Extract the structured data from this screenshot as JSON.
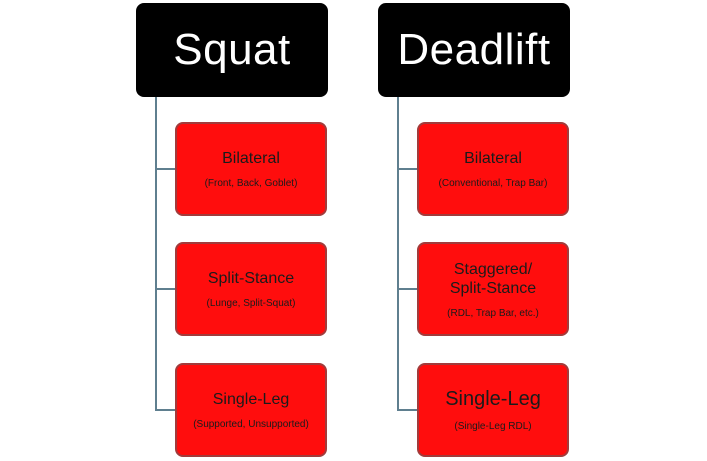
{
  "columns": [
    {
      "header": "Squat",
      "items": [
        {
          "title": "Bilateral",
          "subtitle": "(Front, Back, Goblet)"
        },
        {
          "title": "Split-Stance",
          "subtitle": "(Lunge, Split-Squat)"
        },
        {
          "title": "Single-Leg",
          "subtitle": "(Supported, Unsupported)"
        }
      ]
    },
    {
      "header": "Deadlift",
      "items": [
        {
          "title": "Bilateral",
          "subtitle": "(Conventional, Trap Bar)"
        },
        {
          "title": "Staggered/ Split-Stance",
          "subtitle": "(RDL, Trap Bar, etc.)"
        },
        {
          "title": "Single-Leg",
          "subtitle": "(Single-Leg RDL)"
        }
      ]
    }
  ],
  "colors": {
    "header_bg": "#000000",
    "box_fill": "#ff0d0d",
    "box_border": "#a23b3b",
    "connector": "#5f7f8f"
  }
}
